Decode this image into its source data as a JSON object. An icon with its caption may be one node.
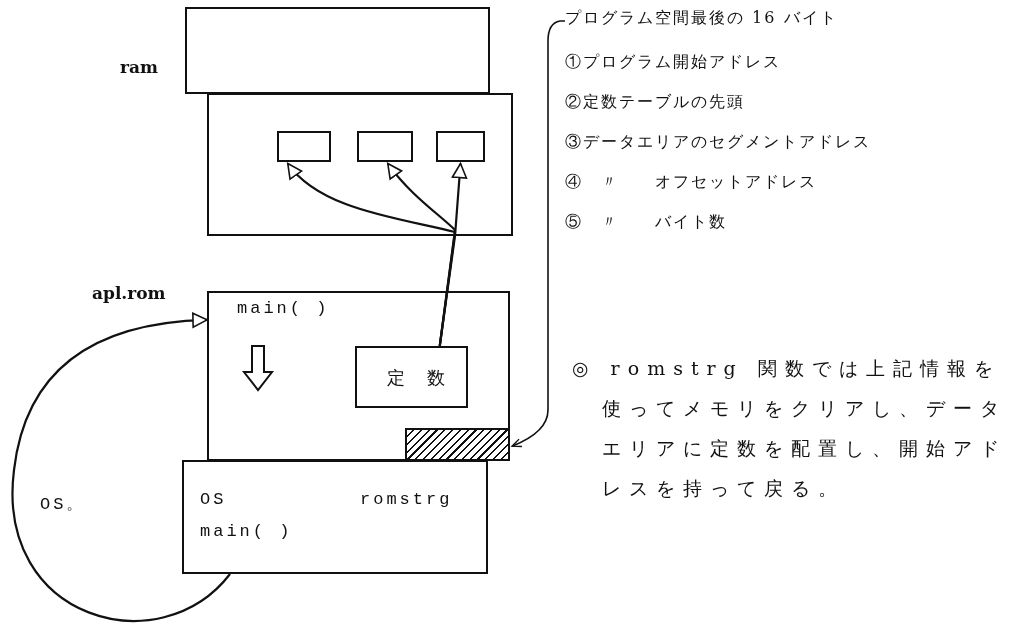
{
  "diagram": {
    "nodes": [
      {
        "text": [],
        "shape": "box",
        "beside": [
          "ram"
        ]
      },
      {
        "text": [],
        "shape": "box"
      },
      {
        "text": [],
        "shape": "box",
        "in": 1
      },
      {
        "text": [],
        "shape": "box",
        "in": 1
      },
      {
        "text": [],
        "shape": "box",
        "in": 1
      },
      {
        "text": [
          "main( )"
        ],
        "beside": [
          "apl.rom"
        ]
      },
      {
        "text": [
          "定数"
        ],
        "in": 5
      },
      {
        "text": [],
        "shape": "box",
        "in": 5
      },
      {
        "text": [
          "OS",
          "romstrg",
          "main( )"
        ]
      },
      {
        "text": [
          "プログラム空間最後の 16 バイト"
        ]
      }
    ],
    "edges": [
      {
        "from": 6,
        "to": 2,
        "arrow": "to"
      },
      {
        "from": 6,
        "to": 3,
        "arrow": "to"
      },
      {
        "from": 6,
        "to": 4,
        "arrow": "to"
      },
      {
        "from": 8,
        "to": 5,
        "arrow": "to",
        "label": "OS。"
      },
      {
        "from": 9,
        "to": 7,
        "arrow": "to"
      }
    ],
    "labels": [
      "①プログラム開始アドレス",
      "②定数テーブルの先頭",
      "③データエリアのセグメントアドレス",
      "④　〃　　オフセットアドレス",
      "⑤　〃　　バイト数",
      "◎ romstrg 関数では上記情報を使ってメモリをクリアし、データエリアに定数を配置し、開始アドレスを持って戻る。"
    ]
  }
}
